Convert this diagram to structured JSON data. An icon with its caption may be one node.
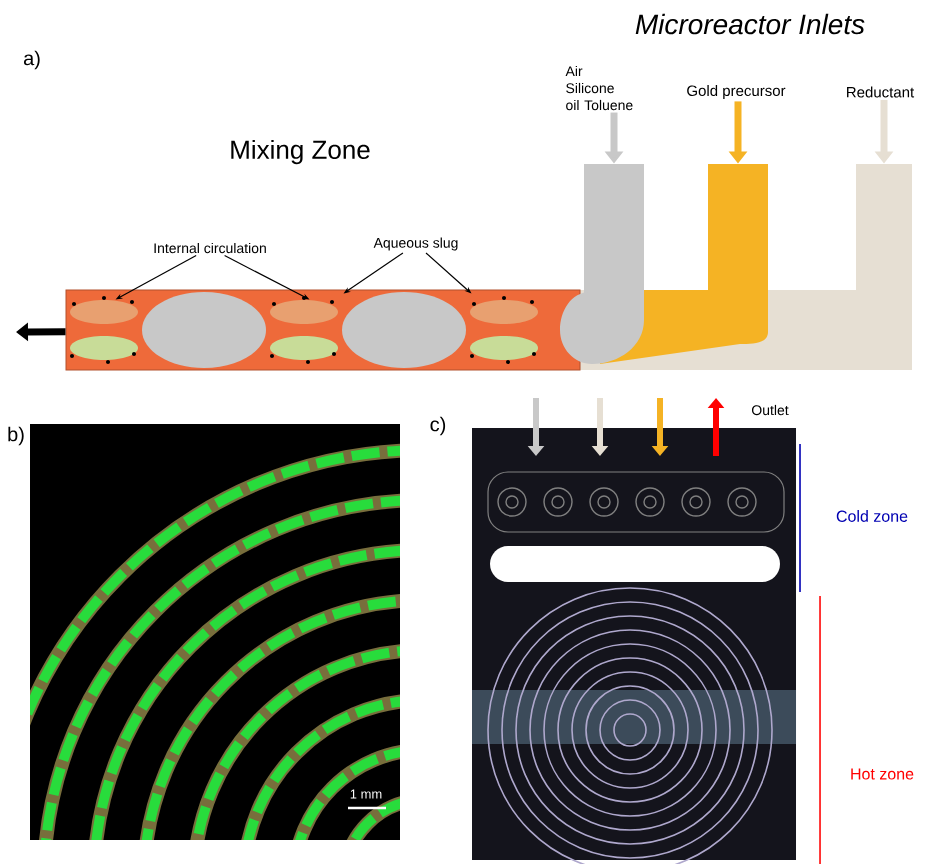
{
  "diagram": {
    "nodes": [
      {
        "text": [
          "Air Silicone oil Toluene"
        ]
      },
      {
        "text": [
          "Gold precursor"
        ]
      },
      {
        "text": [
          "Reductant"
        ]
      },
      {
        "text": [],
        "shape": "box"
      },
      {
        "text": [],
        "shape": "box"
      },
      {
        "text": [],
        "shape": "box"
      },
      {
        "text": [],
        "shape": "bar"
      },
      {
        "text": [
          "Internal circulation"
        ]
      },
      {
        "text": [
          "Aqueous slug"
        ]
      }
    ],
    "edges": [
      {
        "from": 0,
        "to": 3,
        "arrow": "to",
        "style": "thick",
        "color": "#c8c8c8"
      },
      {
        "from": 1,
        "to": 4,
        "arrow": "to",
        "style": "thick",
        "color": "#f5b324"
      },
      {
        "from": 2,
        "to": 5,
        "arrow": "to",
        "style": "thick",
        "color": "#e6dfd3"
      },
      {
        "from": 7,
        "to": 6,
        "arrow": "to"
      },
      {
        "from": 7,
        "to": 6,
        "arrow": "to"
      },
      {
        "from": 8,
        "to": 6,
        "arrow": "to"
      },
      {
        "from": 8,
        "to": 6,
        "arrow": "to"
      },
      {
        "from": 6,
        "to": null,
        "arrow": "to",
        "style": "thick"
      }
    ],
    "labels": [
      "a)",
      "Microreactor Inlets",
      "Mixing Zone",
      "b)",
      "1 mm",
      "c)",
      "Outlet",
      "Cold zone",
      "Hot zone"
    ]
  }
}
